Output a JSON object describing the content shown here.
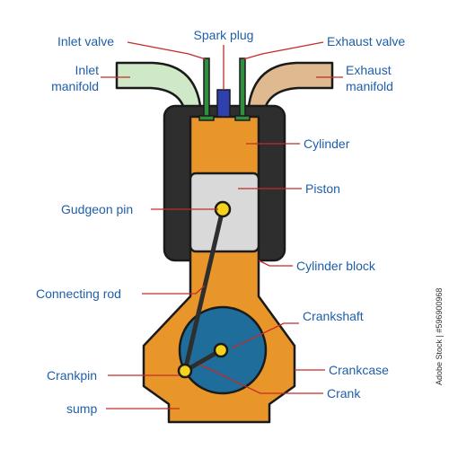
{
  "title": "",
  "labels": {
    "inlet_valve": "Inlet valve",
    "spark_plug": "Spark plug",
    "exhaust_valve": "Exhaust valve",
    "inlet_manifold_line1": "Inlet",
    "inlet_manifold_line2": "manifold",
    "exhaust_manifold_line1": "Exhaust",
    "exhaust_manifold_line2": "manifold",
    "cylinder": "Cylinder",
    "piston": "Piston",
    "gudgeon_pin": "Gudgeon pin",
    "cylinder_block": "Cylinder block",
    "connecting_rod": "Connecting rod",
    "crankshaft": "Crankshaft",
    "crankpin": "Crankpin",
    "crankcase": "Crankcase",
    "crank": "Crank",
    "sump": "sump"
  },
  "watermark": {
    "stock_id": "Adobe Stock | #596900968"
  },
  "colors": {
    "label_text": "#1f5fa8",
    "leader_line": "#c42a2a",
    "outline": "#1a1a1a",
    "block_body": "#e8952a",
    "cylinder_block_shell": "#2e2e2e",
    "piston": "#d9d9d9",
    "crankshaft_disc": "#1e6d9a",
    "pin_joint": "#f5d21c",
    "inlet_manifold": "#cfe8c8",
    "exhaust_manifold": "#dfb98f",
    "valve": "#2f8f3f",
    "spark_plug": "#2f3fae"
  }
}
